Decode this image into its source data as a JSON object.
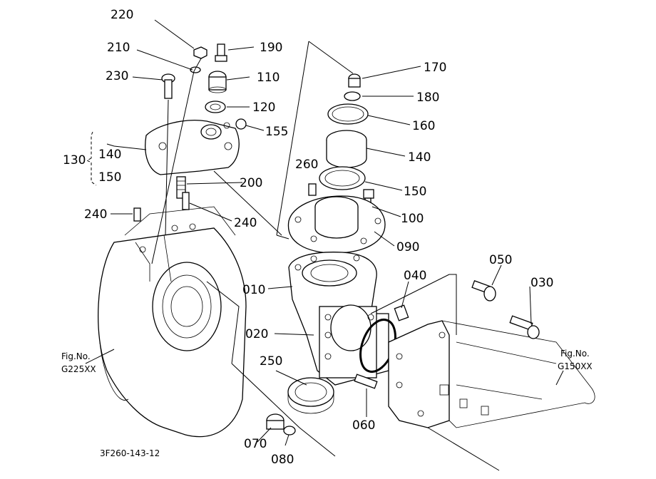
{
  "labels": {
    "p220": "220",
    "p210": "210",
    "p230": "230",
    "p190": "190",
    "p110": "110",
    "p120": "120",
    "p155": "155",
    "p130": "130",
    "p140a": "140",
    "p150a": "150",
    "p200": "200",
    "p240a": "240",
    "p240b": "240",
    "p170": "170",
    "p180": "180",
    "p160": "160",
    "p140b": "140",
    "p260": "260",
    "p150b": "150",
    "p100": "100",
    "p090": "090",
    "p010": "010",
    "p040": "040",
    "p050": "050",
    "p030": "030",
    "p020": "020",
    "p250": "250",
    "p060": "060",
    "p070": "070",
    "p080": "080"
  },
  "fig_left": {
    "label": "Fig.No.",
    "number": "G225XX"
  },
  "fig_right": {
    "label": "Fig.No.",
    "number": "G150XX"
  },
  "drawing_code": "3F260-143-12"
}
